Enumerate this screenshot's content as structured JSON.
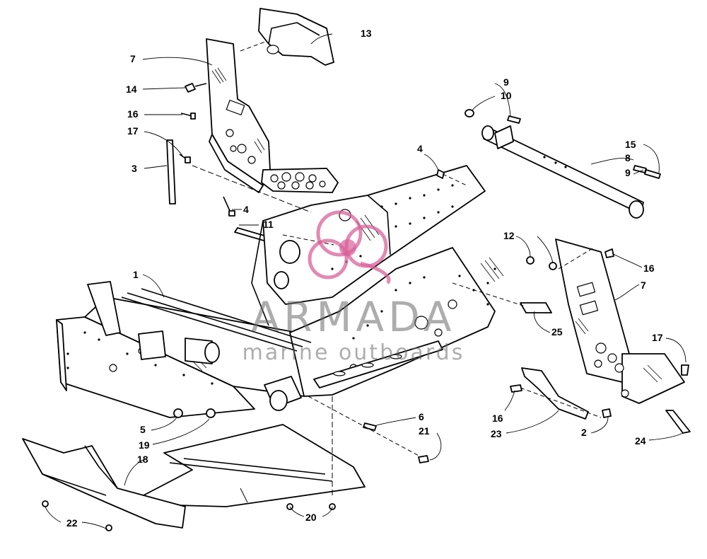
{
  "callouts": [
    {
      "id": "c-13",
      "text": "13"
    },
    {
      "id": "c-7a",
      "text": "7"
    },
    {
      "id": "c-14",
      "text": "14"
    },
    {
      "id": "c-16a",
      "text": "16"
    },
    {
      "id": "c-17a",
      "text": "17"
    },
    {
      "id": "c-3",
      "text": "3"
    },
    {
      "id": "c-4a",
      "text": "4"
    },
    {
      "id": "c-11",
      "text": "11"
    },
    {
      "id": "c-1",
      "text": "1"
    },
    {
      "id": "c-5",
      "text": "5"
    },
    {
      "id": "c-19",
      "text": "19"
    },
    {
      "id": "c-18",
      "text": "18"
    },
    {
      "id": "c-22",
      "text": "22"
    },
    {
      "id": "c-20",
      "text": "20"
    },
    {
      "id": "c-6",
      "text": "6"
    },
    {
      "id": "c-21",
      "text": "21"
    },
    {
      "id": "c-4b",
      "text": "4"
    },
    {
      "id": "c-9a",
      "text": "9"
    },
    {
      "id": "c-10",
      "text": "10"
    },
    {
      "id": "c-15",
      "text": "15"
    },
    {
      "id": "c-8",
      "text": "8"
    },
    {
      "id": "c-9b",
      "text": "9"
    },
    {
      "id": "c-12",
      "text": "12"
    },
    {
      "id": "c-16b",
      "text": "16"
    },
    {
      "id": "c-7b",
      "text": "7"
    },
    {
      "id": "c-25",
      "text": "25"
    },
    {
      "id": "c-17b",
      "text": "17"
    },
    {
      "id": "c-16c",
      "text": "16"
    },
    {
      "id": "c-23",
      "text": "23"
    },
    {
      "id": "c-2",
      "text": "2"
    },
    {
      "id": "c-24",
      "text": "24"
    }
  ],
  "watermark": {
    "brand": "ARMADA",
    "tagline": "marine outboards",
    "color": "#d9619a"
  }
}
